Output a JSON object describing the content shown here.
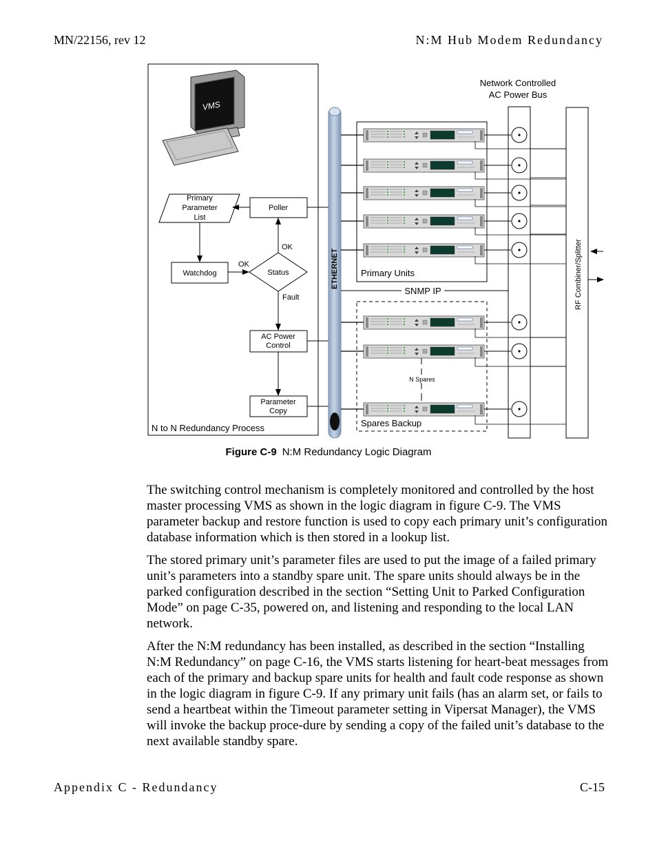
{
  "header": {
    "doc_id": "MN/22156, rev 12",
    "section_title": "N:M Hub Modem Redundancy"
  },
  "diagram": {
    "vms_label": "VMS",
    "primary_parameter_list": [
      "Primary",
      "Parameter",
      "List"
    ],
    "poller": "Poller",
    "watchdog": "Watchdog",
    "status": "Status",
    "ok_watchdog": "OK",
    "ok_poller": "OK",
    "fault": "Fault",
    "ac_power_control": [
      "AC Power",
      "Control"
    ],
    "parameter_copy": [
      "Parameter",
      "Copy"
    ],
    "process_label": "N to N Redundancy Process",
    "ethernet": "ETHERNET",
    "primary_units": "Primary Units",
    "snmp_ip": "SNMP IP",
    "spares_backup": "Spares Backup",
    "n_spares": "N Spares",
    "power_bus_title": [
      "Network Controlled",
      "AC Power Bus"
    ],
    "rf_combiner": "RF Combiner/Splitter",
    "colors": {
      "ethernet_fill": "#a9bdd4",
      "ethernet_stroke": "#6f8aa8",
      "unit_panel": "#d9d9d9"
    }
  },
  "caption": {
    "figure_num": "Figure C-9",
    "text": "N:M Redundancy Logic Diagram"
  },
  "body": {
    "p1": "The switching control mechanism is completely monitored and controlled by the host master processing VMS as shown in the logic diagram in figure C-9. The VMS parameter backup and restore function is used to copy each primary unit’s configuration database information which is then stored in a lookup list.",
    "p2": "The stored primary unit’s parameter files are used to put the image of a failed primary unit’s parameters into a standby spare unit. The spare units should always be in the parked configuration described in the section “Setting Unit to Parked Configuration Mode” on page C-35, powered on, and listening and responding to the local LAN network.",
    "p3": "After the N:M redundancy has been installed, as described in the section “Installing N:M Redundancy” on page C-16, the VMS starts listening for heart-beat messages from each of the primary and backup spare units for health and fault code response as shown in the logic diagram in figure C-9. If any primary unit fails (has an alarm set, or fails to send a heartbeat within the Timeout parameter setting in Vipersat Manager), the VMS will invoke the backup proce-dure by sending a copy of the failed unit’s database to the next available standby spare."
  },
  "footer": {
    "left": "Appendix C - Redundancy",
    "right": "C-15"
  }
}
